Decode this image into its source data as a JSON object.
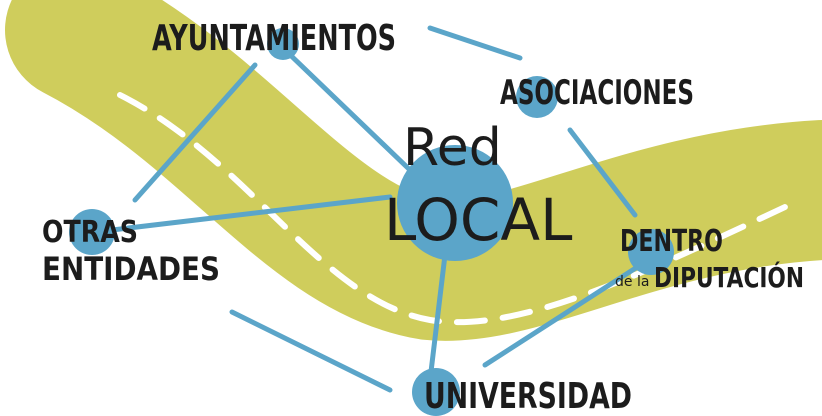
{
  "diagram": {
    "hub": {
      "line1": "Red",
      "line2": "LOCAL"
    },
    "nodes": {
      "ayuntamientos": "AYUNTAMIENTOS",
      "asociaciones": "ASOCIACIONES",
      "otras_line1": "OTRAS",
      "otras_line2": "ENTIDADES",
      "dentro_line1": "DENTRO",
      "dentro_small": "de la",
      "dentro_line2": "DIPUTACIÓN",
      "universidad": "UNIVERSIDAD"
    },
    "colors": {
      "road": "#CFCD5C",
      "road_dash": "#FFFFFF",
      "node": "#5BA5C9",
      "line": "#5BA5C9",
      "text": "#1C1C1C"
    }
  }
}
